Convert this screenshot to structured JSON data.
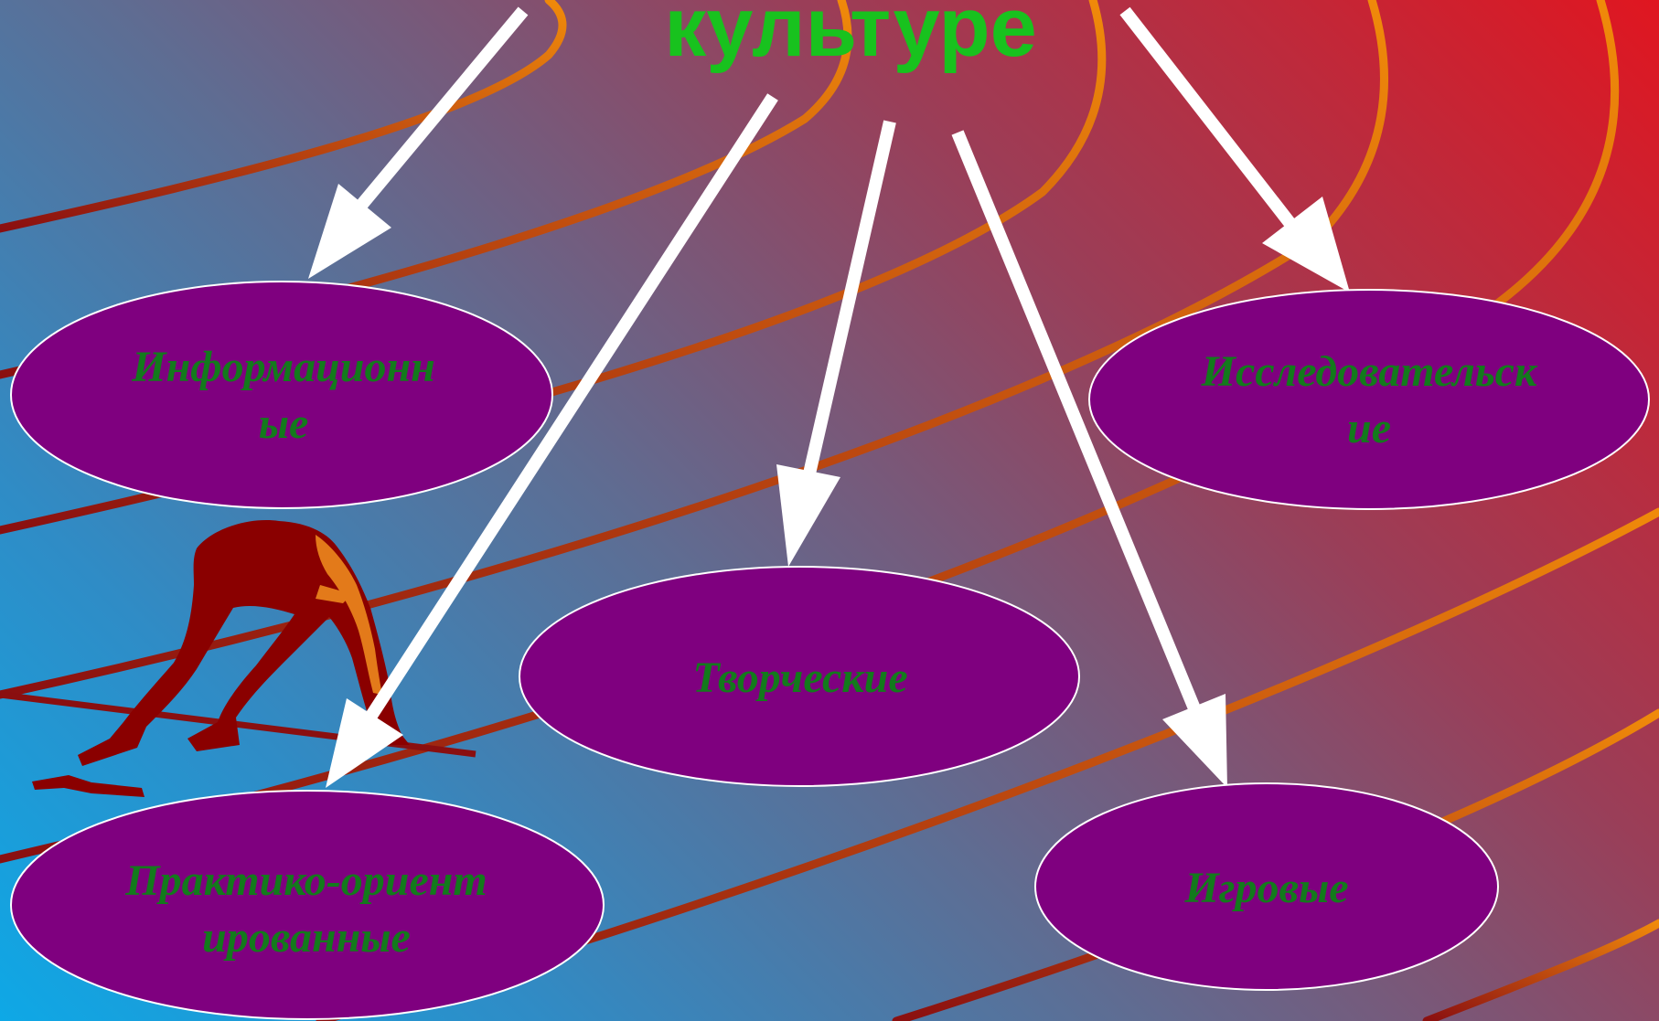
{
  "title": "культуре",
  "nodes": [
    {
      "id": "informational",
      "label": "Информационные"
    },
    {
      "id": "research",
      "label": "Исследовательские"
    },
    {
      "id": "creative",
      "label": "Творческие"
    },
    {
      "id": "practice",
      "label": "Практико-ориентированные"
    },
    {
      "id": "game",
      "label": "Игровые"
    }
  ],
  "colors": {
    "title": "#18c21e",
    "node_fill": "#7f007f",
    "node_stroke": "#ffffff",
    "node_text": "#137a1c",
    "arrow": "#ffffff",
    "track_line": "#e07a10",
    "track_line_dark": "#8a0f10",
    "runner": "#8a0000"
  }
}
